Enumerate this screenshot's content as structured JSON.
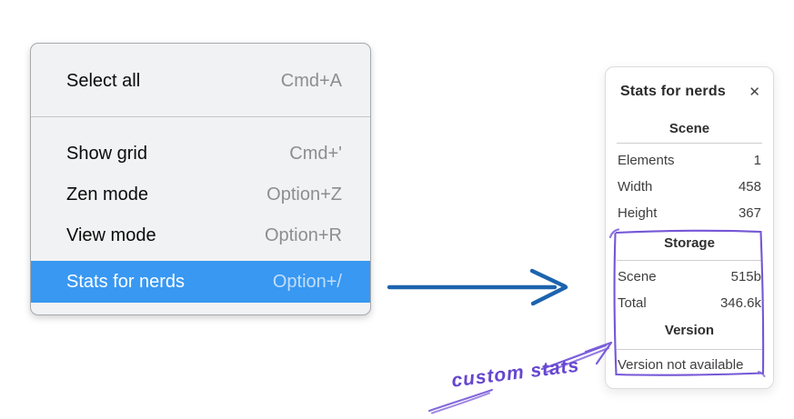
{
  "colors": {
    "menu_highlight_blue": "#3898f2",
    "flow_arrow_blue": "#1d63ae",
    "annotation_purple": "#7457d6"
  },
  "menu": {
    "items": [
      {
        "label": "Select all",
        "shortcut": "Cmd+A"
      },
      {
        "label": "Show grid",
        "shortcut": "Cmd+'"
      },
      {
        "label": "Zen mode",
        "shortcut": "Option+Z"
      },
      {
        "label": "View mode",
        "shortcut": "Option+R"
      },
      {
        "label": "Stats for nerds",
        "shortcut": "Option+/",
        "highlighted": true
      }
    ]
  },
  "panel": {
    "title": "Stats for nerds",
    "close_icon": "✕",
    "sections": [
      {
        "header": "Scene",
        "rows": [
          {
            "label": "Elements",
            "value": "1"
          },
          {
            "label": "Width",
            "value": "458"
          },
          {
            "label": "Height",
            "value": "367"
          }
        ]
      },
      {
        "header": "Storage",
        "rows": [
          {
            "label": "Scene",
            "value": "515b"
          },
          {
            "label": "Total",
            "value": "346.6k"
          }
        ]
      },
      {
        "header": "Version",
        "note": "Version not available"
      }
    ]
  },
  "annotation": {
    "text": "custom stats"
  }
}
